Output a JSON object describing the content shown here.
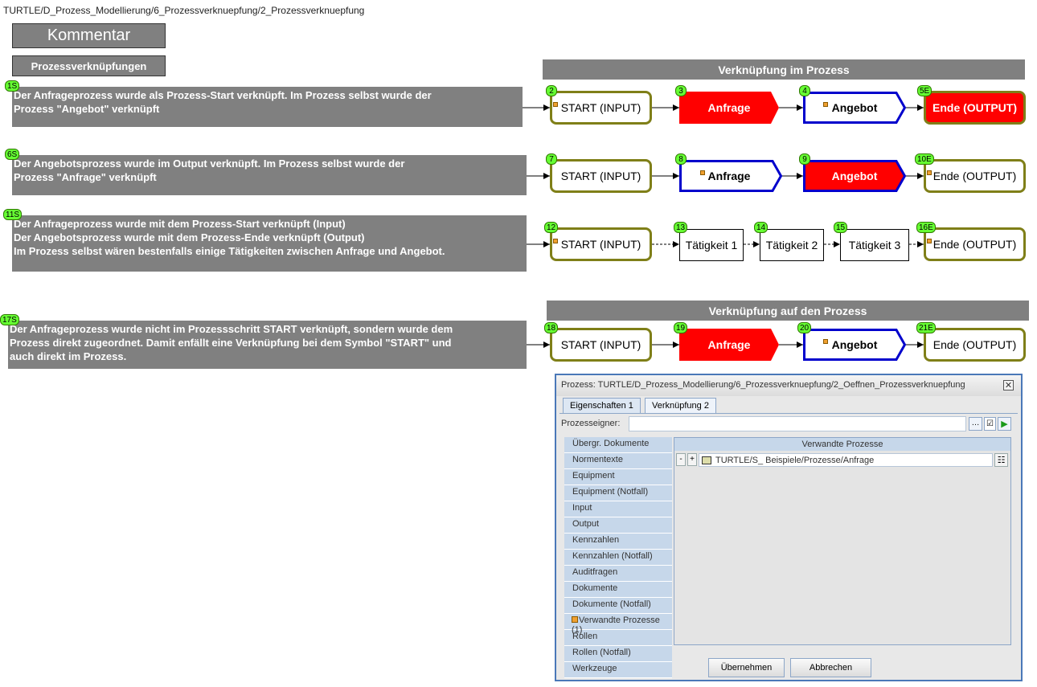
{
  "breadcrumb": "TURTLE/D_Prozess_Modellierung/6_Prozessverknuepfung/2_Prozessverknuepfung",
  "kommentar_label": "Kommentar",
  "prozessverknuepfungen_label": "Prozessverknüpfungen",
  "header_im_prozess": "Verknüpfung im Prozess",
  "header_auf_prozess": "Verknüpfung auf den Prozess",
  "rows": [
    {
      "comment_badge": "1S",
      "comment_lines": [
        "Der Anfrageprozess wurde als Prozess-Start verknüpft. Im Prozess selbst wurde der",
        "Prozess \"Angebot\" verknüpft"
      ],
      "nodes": [
        {
          "badge": "2",
          "label": "START (INPUT)"
        },
        {
          "badge": "3",
          "label": "Anfrage"
        },
        {
          "badge": "4",
          "label": "Angebot"
        },
        {
          "badge": "5E",
          "label": "Ende (OUTPUT)"
        }
      ]
    },
    {
      "comment_badge": "6S",
      "comment_lines": [
        "Der Angebotsprozess wurde im Output verknüpft. Im Prozess selbst wurde der",
        "Prozess \"Anfrage\" verknüpft"
      ],
      "nodes": [
        {
          "badge": "7",
          "label": "START (INPUT)"
        },
        {
          "badge": "8",
          "label": "Anfrage"
        },
        {
          "badge": "9",
          "label": "Angebot"
        },
        {
          "badge": "10E",
          "label": "Ende (OUTPUT)"
        }
      ]
    },
    {
      "comment_badge": "11S",
      "comment_lines": [
        "Der Anfrageprozess wurde mit dem Prozess-Start verknüpft (Input)",
        "Der Angebotsprozess wurde mit dem Prozess-Ende verknüpft (Output)",
        "Im Prozess selbst wären bestenfalls einige Tätigkeiten zwischen Anfrage und Angebot."
      ],
      "nodes": [
        {
          "badge": "12",
          "label": "START (INPUT)"
        },
        {
          "badge": "13",
          "label": "Tätigkeit 1"
        },
        {
          "badge": "14",
          "label": "Tätigkeit 2"
        },
        {
          "badge": "15",
          "label": "Tätigkeit 3"
        },
        {
          "badge": "16E",
          "label": "Ende (OUTPUT)"
        }
      ]
    },
    {
      "comment_badge": "17S",
      "comment_lines": [
        "Der Anfrageprozess wurde nicht im Prozessschritt START verknüpft, sondern wurde dem",
        "Prozess direkt zugeordnet. Damit enfällt eine Verknüpfung bei dem Symbol \"START\" und",
        "auch direkt im Prozess."
      ],
      "nodes": [
        {
          "badge": "18",
          "label": "START (INPUT)"
        },
        {
          "badge": "19",
          "label": "Anfrage"
        },
        {
          "badge": "20",
          "label": "Angebot"
        },
        {
          "badge": "21E",
          "label": "Ende (OUTPUT)"
        }
      ]
    }
  ],
  "colors": {
    "olive_border": "#7f7f18",
    "blue_border": "#0000cc",
    "red_fill": "#ff0000",
    "grey": "#808080",
    "badge_green": "#66ff33"
  },
  "dialog": {
    "title": "Prozess: TURTLE/D_Prozess_Modellierung/6_Prozessverknuepfung/2_Oeffnen_Prozessverknuepfung",
    "tabs": [
      "Eigenschaften 1",
      "Verknüpfung 2"
    ],
    "prozesseigner_label": "Prozesseigner:",
    "list_items": [
      "Übergr. Dokumente",
      "Normentexte",
      "Equipment",
      "Equipment (Notfall)",
      "Input",
      "Output",
      "Kennzahlen",
      "Kennzahlen (Notfall)",
      "Auditfragen",
      "Dokumente",
      "Dokumente (Notfall)",
      "Verwandte Prozesse (1)",
      "Rollen",
      "Rollen (Notfall)",
      "Werkzeuge"
    ],
    "panel_header": "Verwandte Prozesse",
    "related_entry": "TURTLE/S_ Beispiele/Prozesse/Anfrage",
    "ok_button": "Übernehmen",
    "cancel_button": "Abbrechen"
  }
}
